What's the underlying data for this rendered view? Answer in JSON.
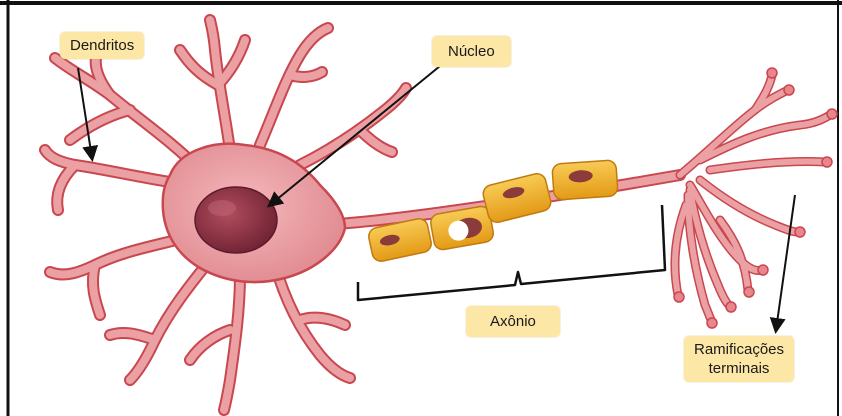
{
  "labels": {
    "dendrites": "Dendritos",
    "nucleus": "Núcleo",
    "axon": "Axônio",
    "terminals_line1": "Ramificações",
    "terminals_line2": "terminais"
  },
  "colors": {
    "cell_body": "#eba0a4",
    "cell_outline": "#c9474f",
    "nucleus": "#8a2f40",
    "myelin": "#f2b52c",
    "label_bg": "#fde7a6",
    "arrow": "#111111",
    "frame": "#111111"
  }
}
